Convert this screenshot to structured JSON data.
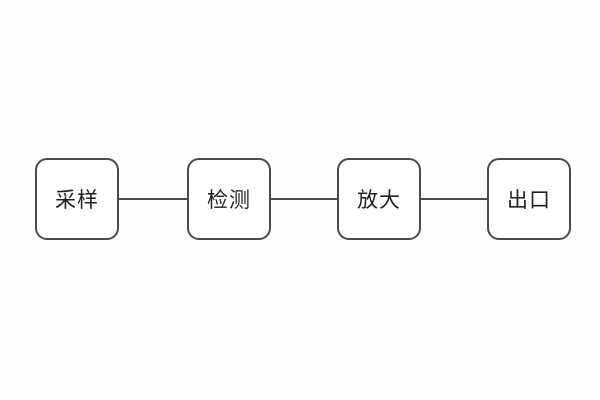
{
  "diagram": {
    "type": "flowchart",
    "direction": "horizontal-left-to-right",
    "nodes": [
      {
        "id": "sampling",
        "label": "采样"
      },
      {
        "id": "detection",
        "label": "检测"
      },
      {
        "id": "amplification",
        "label": "放大"
      },
      {
        "id": "outlet",
        "label": "出口"
      }
    ],
    "connections": [
      {
        "from": "采样",
        "to": "检测",
        "style": "plain-line"
      },
      {
        "from": "检测",
        "to": "放大",
        "style": "plain-line"
      },
      {
        "from": "放大",
        "to": "出口",
        "style": "plain-line"
      }
    ],
    "colors": {
      "background": "#fdfdfd",
      "node_fill": "#ffffff",
      "node_border": "#4a4a4a",
      "connector": "#4a4a4a",
      "text": "#1f1f1f"
    }
  }
}
